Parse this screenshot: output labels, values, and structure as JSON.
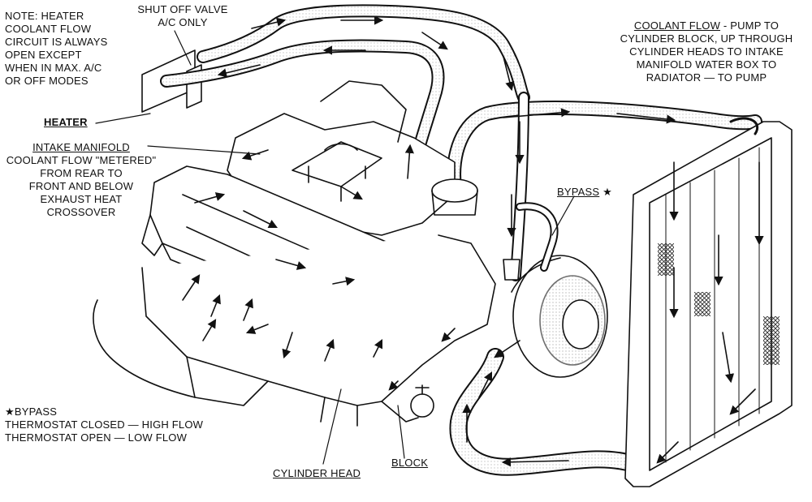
{
  "labels": {
    "note": [
      "NOTE: HEATER",
      "COOLANT FLOW",
      "CIRCUIT IS ALWAYS",
      "OPEN EXCEPT",
      "WHEN IN MAX. A/C",
      "OR OFF MODES"
    ],
    "shutoff": [
      "SHUT OFF VALVE",
      "A/C ONLY"
    ],
    "heater": "HEATER",
    "intake_title": "INTAKE MANIFOLD",
    "intake_desc": [
      "COOLANT FLOW \"METERED\"",
      "FROM REAR TO",
      "FRONT AND BELOW",
      "EXHAUST HEAT",
      "CROSSOVER"
    ],
    "coolant_title": "COOLANT FLOW",
    "coolant_first_rest": " - PUMP TO",
    "coolant_rest": [
      "CYLINDER BLOCK, UP THROUGH",
      "CYLINDER HEADS TO INTAKE",
      "MANIFOLD WATER BOX TO",
      "RADIATOR — TO PUMP"
    ],
    "bypass_callout": "BYPASS",
    "star": "★",
    "bypass_note": [
      "★BYPASS",
      "THERMOSTAT CLOSED — HIGH FLOW",
      "THERMOSTAT OPEN — LOW FLOW"
    ],
    "cylinder_head": "CYLINDER HEAD",
    "block": "BLOCK"
  },
  "colors": {
    "ink": "#111111",
    "stipple": "#bbbbbb",
    "background": "#ffffff"
  }
}
